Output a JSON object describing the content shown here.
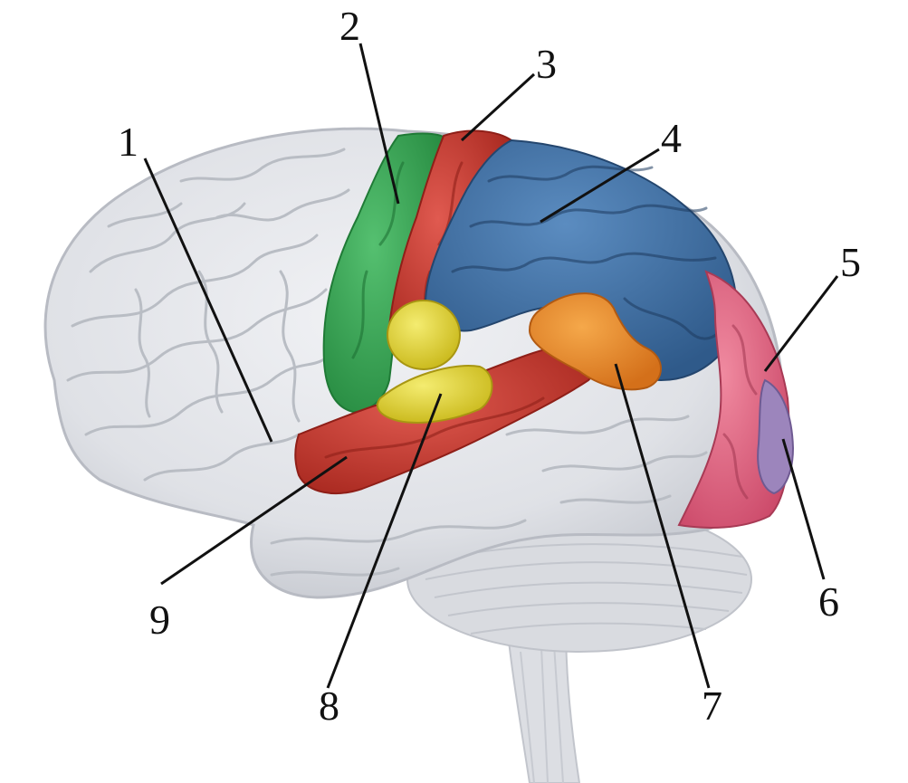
{
  "labels": [
    {
      "id": "1",
      "text": "1"
    },
    {
      "id": "2",
      "text": "2"
    },
    {
      "id": "3",
      "text": "3"
    },
    {
      "id": "4",
      "text": "4"
    },
    {
      "id": "5",
      "text": "5"
    },
    {
      "id": "6",
      "text": "6"
    },
    {
      "id": "7",
      "text": "7"
    },
    {
      "id": "8",
      "text": "8"
    },
    {
      "id": "9",
      "text": "9"
    }
  ],
  "colors": {
    "brain_base": "#e3e5ea",
    "brain_shadow": "#c9ccd3",
    "premotor_green": "#3aa856",
    "motor_red": "#cf3a36",
    "parietal_blue": "#3e6da0",
    "wernicke_orange": "#ea8a2a",
    "visual_pink": "#e0708a",
    "visual_violet": "#9c85bc",
    "yellow_area": "#e4d62f",
    "auditory_red": "#c83a34"
  }
}
